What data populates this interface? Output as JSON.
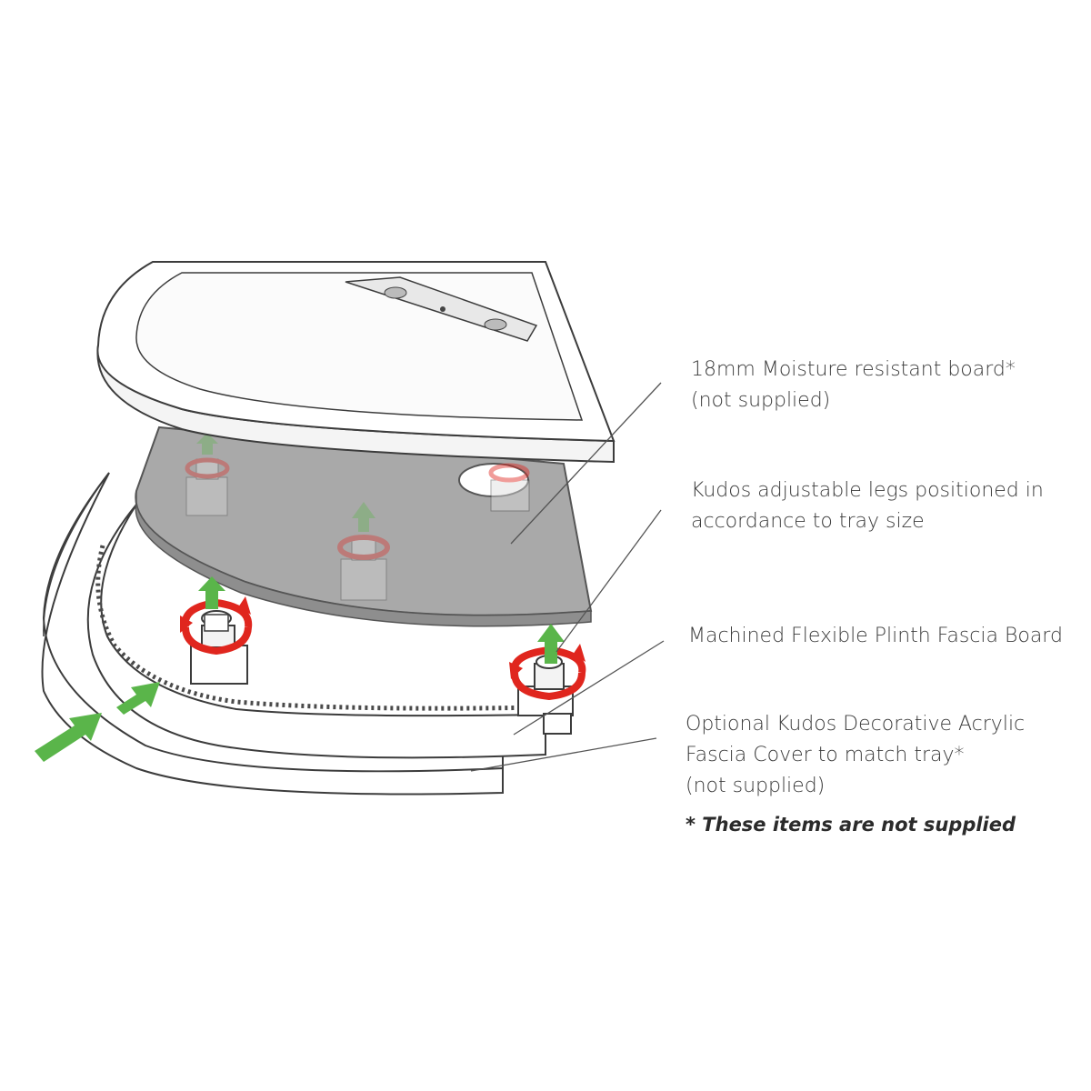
{
  "callouts": {
    "board": {
      "line1": "18mm Moisture resistant board*",
      "line2": "(not supplied)"
    },
    "legs": {
      "line1": "Kudos adjustable legs positioned in",
      "line2": "accordance to tray size"
    },
    "plinth": {
      "line1": "Machined Flexible Plinth Fascia Board"
    },
    "acrylic": {
      "line1": "Optional Kudos Decorative Acrylic",
      "line2": "Fascia Cover to match tray*",
      "line3": "(not supplied)"
    }
  },
  "footnote": "* These items are not supplied",
  "colors": {
    "tray_outline": "#3c3c3c",
    "board_fill": "#a9a9a9",
    "arrow_green": "#5ab54a",
    "rotate_red": "#e0261e",
    "leader_line": "#555555"
  }
}
